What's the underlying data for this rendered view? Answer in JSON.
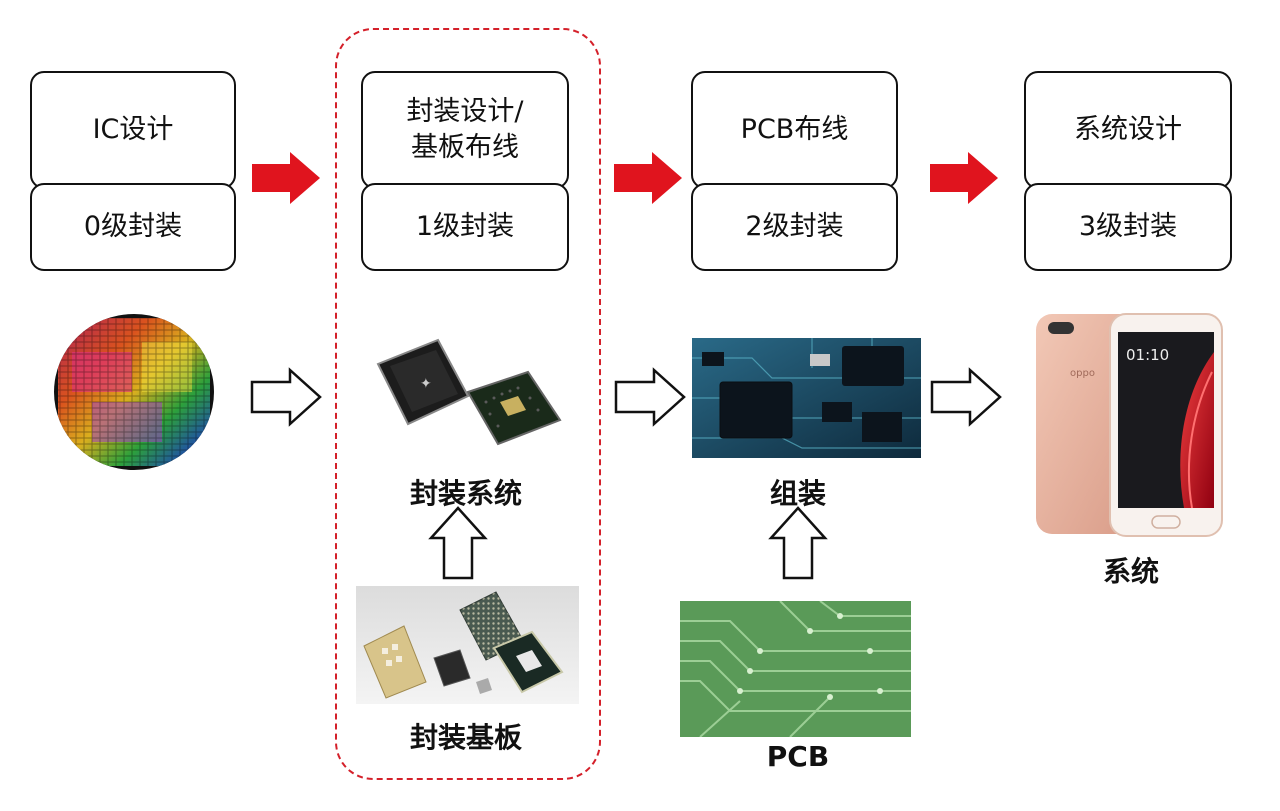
{
  "stages": [
    {
      "title": "IC设计",
      "level": "0级封装"
    },
    {
      "title": "封装设计/\n基板布线",
      "level": "1级封装"
    },
    {
      "title": "PCB布线",
      "level": "2级封装"
    },
    {
      "title": "系统设计",
      "level": "3级封装"
    }
  ],
  "captions": {
    "package_system": "封装系统",
    "substrate": "封装基板",
    "assembly": "组装",
    "pcb": "PCB",
    "system": "系统"
  },
  "phone_time": "01:10",
  "phone_brand": "oppo",
  "colors": {
    "red_arrow": "#e0141e",
    "dashed_border": "#d4202a"
  }
}
